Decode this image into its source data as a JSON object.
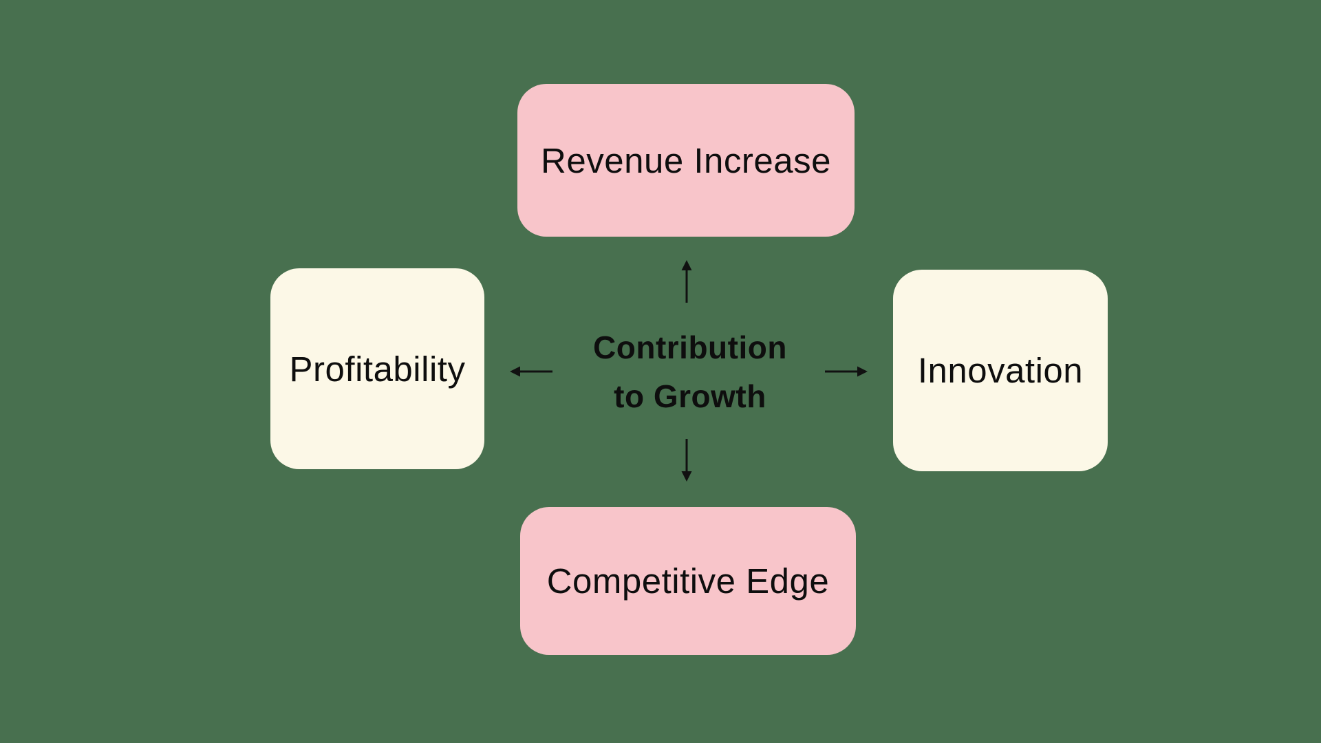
{
  "canvas": {
    "background": "#48704F"
  },
  "center_label": {
    "line1": "Contribution",
    "line2": "to Growth"
  },
  "nodes": {
    "top": {
      "label": "Revenue Increase",
      "color": "#F8C5CA"
    },
    "left": {
      "label": "Profitability",
      "color": "#FCF8E7"
    },
    "right": {
      "label": "Innovation",
      "color": "#FCF8E7"
    },
    "bottom": {
      "label": "Competitive Edge",
      "color": "#F8C5CA"
    }
  },
  "edges": [
    {
      "from": "center",
      "to": "top",
      "direction": "up"
    },
    {
      "from": "center",
      "to": "left",
      "direction": "left"
    },
    {
      "from": "center",
      "to": "right",
      "direction": "right"
    },
    {
      "from": "center",
      "to": "bottom",
      "direction": "down"
    }
  ],
  "colors": {
    "background": "#48704F",
    "node_pink": "#F8C5CA",
    "node_cream": "#FCF8E7",
    "text": "#0E0E0E",
    "arrow": "#111111"
  }
}
